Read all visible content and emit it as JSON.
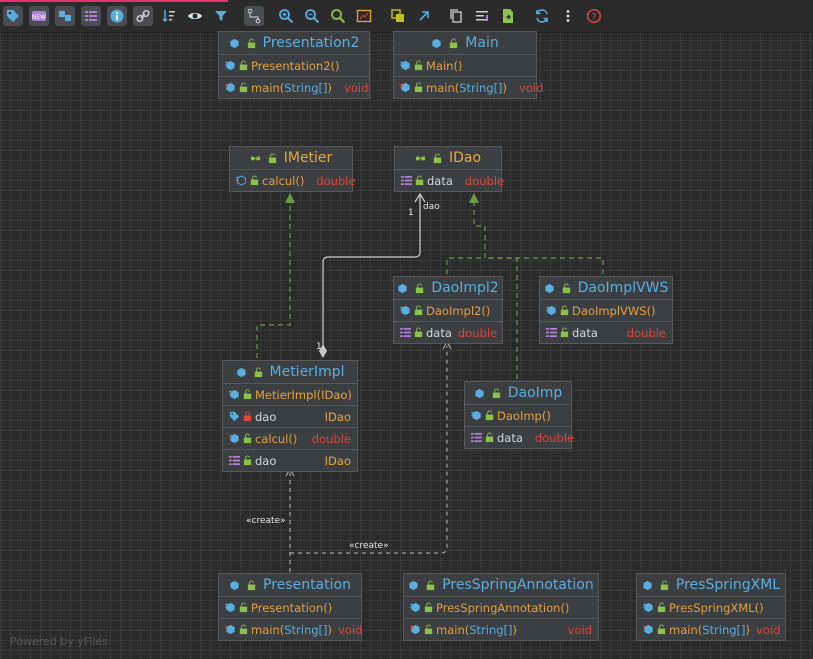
{
  "toolbar": {
    "icons": [
      "tag-icon",
      "new-icon",
      "cubes-icon",
      "list-icon",
      "info-icon",
      "link-icon",
      "sort-icon",
      "eye-icon",
      "filter-icon",
      "route-icon",
      "zoom-in-icon",
      "zoom-out-icon",
      "zoom-fit-icon",
      "screenshot-icon",
      "layers-icon",
      "export-arrow-icon",
      "copy-icon",
      "format-icon",
      "export-file-icon",
      "refresh-icon",
      "more-icon",
      "help-icon"
    ]
  },
  "nodes": {
    "presentation2": {
      "title": "Presentation2",
      "rows": [
        {
          "name": "Presentation2()"
        },
        {
          "name": "main(",
          "param": "String[]",
          "close": ")",
          "ret": "void"
        }
      ]
    },
    "main": {
      "title": "Main",
      "rows": [
        {
          "name": "Main()"
        },
        {
          "name": "main(",
          "param": "String[]",
          "close": ")",
          "ret": "void"
        }
      ]
    },
    "imetier": {
      "title": "IMetier",
      "rows": [
        {
          "name": "calcul()",
          "ret": "double"
        }
      ]
    },
    "idao": {
      "title": "IDao",
      "rows": [
        {
          "name": "data",
          "ret": "double"
        }
      ]
    },
    "daoimpl2": {
      "title": "DaoImpl2",
      "rows": [
        {
          "name": "DaoImpl2()"
        },
        {
          "name": "data",
          "ret": "double"
        }
      ]
    },
    "daoimplvws": {
      "title": "DaoImplVWS",
      "rows": [
        {
          "name": "DaoImplVWS()"
        },
        {
          "name": "data",
          "ret": "double"
        }
      ]
    },
    "metierimpl": {
      "title": "MetierImpl",
      "rows": [
        {
          "name": "MetierImpl(IDao)"
        },
        {
          "name": "dao",
          "ret": "IDao"
        },
        {
          "name": "calcul()",
          "ret": "double"
        },
        {
          "name": "dao",
          "ret": "IDao"
        }
      ]
    },
    "daoimp": {
      "title": "DaoImp",
      "rows": [
        {
          "name": "DaoImp()"
        },
        {
          "name": "data",
          "ret": "double"
        }
      ]
    },
    "presentation": {
      "title": "Presentation",
      "rows": [
        {
          "name": "Presentation()"
        },
        {
          "name": "main(",
          "param": "String[]",
          "close": ")",
          "ret": "void"
        }
      ]
    },
    "presspringannotation": {
      "title": "PresSpringAnnotation",
      "rows": [
        {
          "name": "PresSpringAnnotation()"
        },
        {
          "name": "main(",
          "param": "String[]",
          "close": ")",
          "ret": "void"
        }
      ]
    },
    "presspringxml": {
      "title": "PresSpringXML",
      "rows": [
        {
          "name": "PresSpringXML()"
        },
        {
          "name": "main(",
          "param": "String[]",
          "close": ")",
          "ret": "void"
        }
      ]
    }
  },
  "edges": {
    "dao_label": "dao",
    "mult_top": "1",
    "mult_bottom": "1",
    "create1": "«create»",
    "create2": "«create»"
  },
  "colors": {
    "class_title": "#5aaee0",
    "interface_title": "#e8a83a",
    "member": "#e5a040",
    "return_type": "#e0463c",
    "realization": "#6a9a4a",
    "association": "#d0d0d0",
    "accent": "#e8336f"
  },
  "footer": {
    "brand": "Powered by yFiles"
  }
}
